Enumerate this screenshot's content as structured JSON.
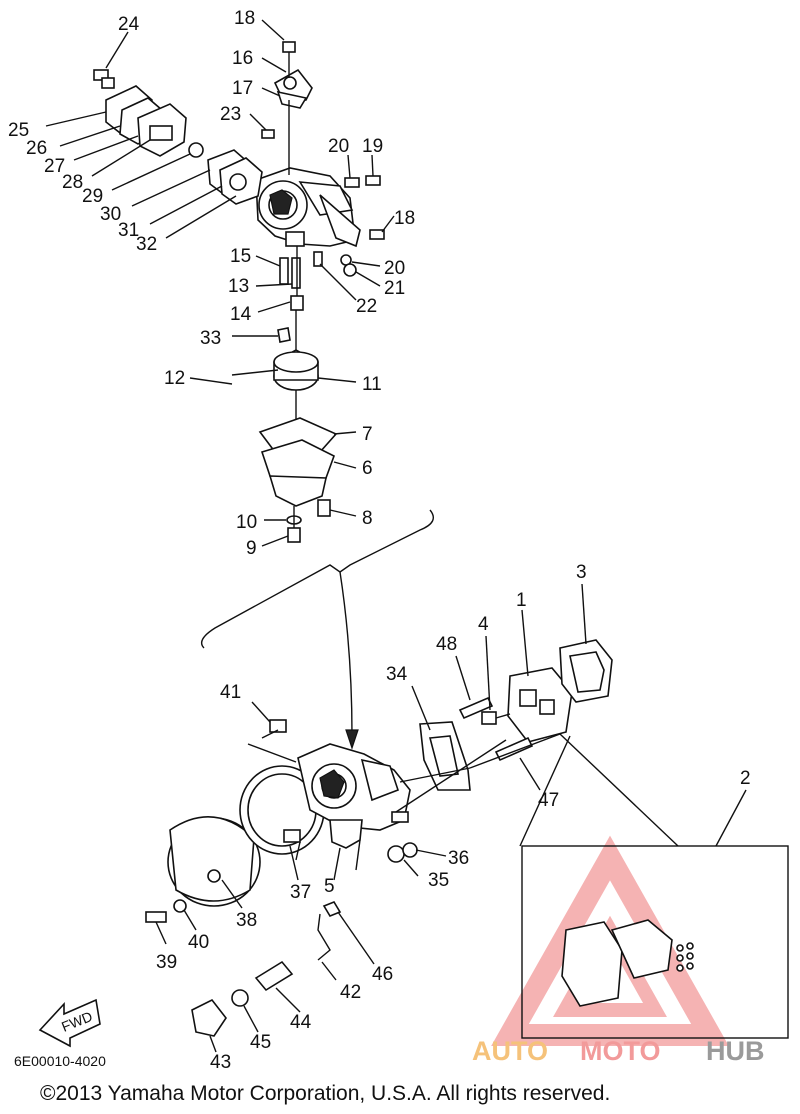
{
  "diagram": {
    "code": "6E00010-4020",
    "copyright": "©2013 Yamaha Motor Corporation, U.S.A. All rights reserved.",
    "fwd_label": "FWD",
    "watermark": {
      "part1": "AUTO",
      "part2": "MOTO",
      "part3": "HUB"
    },
    "labels": {
      "n1": "1",
      "n2": "2",
      "n3": "3",
      "n4": "4",
      "n5": "5",
      "n6": "6",
      "n7": "7",
      "n8": "8",
      "n9": "9",
      "n10": "10",
      "n11": "11",
      "n12": "12",
      "n13": "13",
      "n14": "14",
      "n15": "15",
      "n16": "16",
      "n17": "17",
      "n18a": "18",
      "n18b": "18",
      "n19": "19",
      "n20a": "20",
      "n20b": "20",
      "n21": "21",
      "n22": "22",
      "n23": "23",
      "n24": "24",
      "n25": "25",
      "n26": "26",
      "n27": "27",
      "n28": "28",
      "n29": "29",
      "n30": "30",
      "n31": "31",
      "n32": "32",
      "n33": "33",
      "n34": "34",
      "n35": "35",
      "n36": "36",
      "n37": "37",
      "n38": "38",
      "n39": "39",
      "n40": "40",
      "n41": "41",
      "n42": "42",
      "n43": "43",
      "n44": "44",
      "n45": "45",
      "n46": "46",
      "n47": "47",
      "n48": "48"
    }
  }
}
